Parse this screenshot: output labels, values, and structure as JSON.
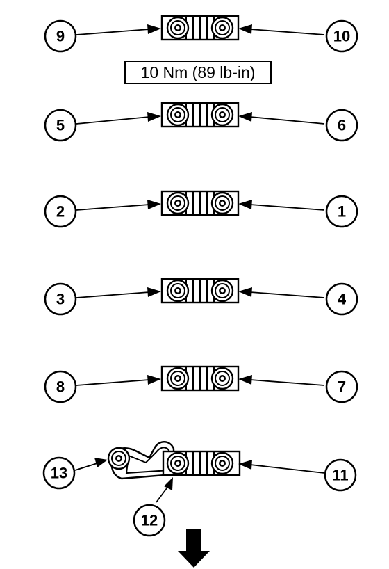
{
  "torque_label": "10 Nm (89 lb-in)",
  "callouts": [
    "1",
    "2",
    "3",
    "4",
    "5",
    "6",
    "7",
    "8",
    "9",
    "10",
    "11",
    "12",
    "13"
  ],
  "direction_arrow": "arrow-down"
}
